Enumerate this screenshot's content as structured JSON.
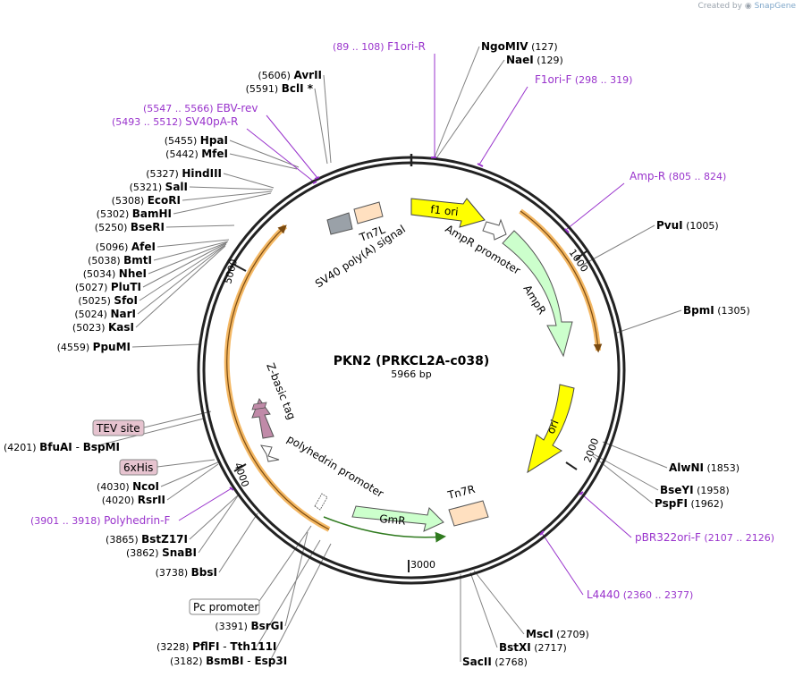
{
  "credit": {
    "created_by": "Created by",
    "brand": "SnapGene"
  },
  "map": {
    "title": "PKN2 (PRKCL2A-c038)",
    "length_label": "5966 bp",
    "total_bp": 5966
  },
  "ticks": [
    {
      "bp": 1000,
      "label": "1000"
    },
    {
      "bp": 2000,
      "label": "2000"
    },
    {
      "bp": 3000,
      "label": "3000"
    },
    {
      "bp": 4000,
      "label": "4000"
    },
    {
      "bp": 5000,
      "label": "5000"
    }
  ],
  "features": [
    {
      "name": "f1 ori",
      "color": "#ffff00",
      "label_inside": "f1 ori"
    },
    {
      "name": "AmpR promoter",
      "color": "#ffffff",
      "label_outside": "AmpR promoter"
    },
    {
      "name": "AmpR",
      "color": "#ccffcc",
      "label_inside": "AmpR"
    },
    {
      "name": "ori",
      "color": "#ffff00",
      "label_inside": "ori"
    },
    {
      "name": "Tn7R",
      "color": "#ffe0c0",
      "label_outside": "Tn7R"
    },
    {
      "name": "GmR",
      "color": "#ccffcc",
      "label_inside": "GmR"
    },
    {
      "name": "polyhedrin promoter",
      "color": "#ffffff",
      "label_outside": "polyhedrin promoter"
    },
    {
      "name": "Z-basic tag",
      "color": "#c08aa8",
      "label_outside": "Z-basic tag"
    },
    {
      "name": "SV40 poly(A) signal",
      "color": "#9aa1a8",
      "label_outside": "SV40 poly(A) signal"
    },
    {
      "name": "Tn7L",
      "color": "#ffe0c0",
      "label_outside": "Tn7L"
    }
  ],
  "sites_left": [
    {
      "pos": "(5606)",
      "name": "AvrII"
    },
    {
      "pos": "(5591)",
      "name": "BclI *"
    },
    {
      "pos": "(5455)",
      "name": "HpaI"
    },
    {
      "pos": "(5442)",
      "name": "MfeI"
    },
    {
      "pos": "(5327)",
      "name": "HindIII"
    },
    {
      "pos": "(5321)",
      "name": "SalI"
    },
    {
      "pos": "(5308)",
      "name": "EcoRI"
    },
    {
      "pos": "(5302)",
      "name": "BamHI"
    },
    {
      "pos": "(5250)",
      "name": "BseRI"
    },
    {
      "pos": "(5096)",
      "name": "AfeI"
    },
    {
      "pos": "(5038)",
      "name": "BmtI"
    },
    {
      "pos": "(5034)",
      "name": "NheI"
    },
    {
      "pos": "(5027)",
      "name": "PluTI"
    },
    {
      "pos": "(5025)",
      "name": "SfoI"
    },
    {
      "pos": "(5024)",
      "name": "NarI"
    },
    {
      "pos": "(5023)",
      "name": "KasI"
    },
    {
      "pos": "(4559)",
      "name": "PpuMI"
    },
    {
      "pos": "(4201)",
      "name": "BfuAI",
      "name2": "BspMI"
    },
    {
      "pos": "(4030)",
      "name": "NcoI"
    },
    {
      "pos": "(4020)",
      "name": "RsrII"
    },
    {
      "pos": "(3865)",
      "name": "BstZ17I"
    },
    {
      "pos": "(3862)",
      "name": "SnaBI"
    },
    {
      "pos": "(3738)",
      "name": "BbsI"
    },
    {
      "pos": "(3391)",
      "name": "BsrGI"
    },
    {
      "pos": "(3228)",
      "name": "PflFI",
      "name2": "Tth111I"
    },
    {
      "pos": "(3182)",
      "name": "BsmBI",
      "name2": "Esp3I"
    }
  ],
  "sites_right": [
    {
      "name": "NgoMIV",
      "pos": "(127)"
    },
    {
      "name": "NaeI",
      "pos": "(129)"
    },
    {
      "name": "PvuI",
      "pos": "(1005)"
    },
    {
      "name": "BpmI",
      "pos": "(1305)"
    },
    {
      "name": "AlwNI",
      "pos": "(1853)"
    },
    {
      "name": "BseYI",
      "pos": "(1958)"
    },
    {
      "name": "PspFI",
      "pos": "(1962)"
    },
    {
      "name": "MscI",
      "pos": "(2709)"
    },
    {
      "name": "BstXI",
      "pos": "(2717)"
    },
    {
      "name": "SacII",
      "pos": "(2768)"
    }
  ],
  "primers": [
    {
      "range": "(89 .. 108)",
      "name": "F1ori-R"
    },
    {
      "range": "(298 .. 319)",
      "name": "F1ori-F"
    },
    {
      "range": "(805 .. 824)",
      "name": "Amp-R"
    },
    {
      "range": "(2107 .. 2126)",
      "name": "pBR322ori-F"
    },
    {
      "range": "(2360 .. 2377)",
      "name": "L4440"
    },
    {
      "range": "(3901 .. 3918)",
      "name": "Polyhedrin-F"
    },
    {
      "range": "(5547 .. 5566)",
      "name": "EBV-rev"
    },
    {
      "range": "(5493 .. 5512)",
      "name": "SV40pA-R"
    }
  ],
  "boxed_features": [
    {
      "name": "TEV site",
      "fill": "#e6c3cf"
    },
    {
      "name": "6xHis",
      "fill": "#e6c3cf"
    },
    {
      "name": "Pc promoter",
      "fill": "#ffffff"
    }
  ],
  "colors": {
    "primer": "#9933cc",
    "site_line": "#808080",
    "backbone": "#222222",
    "orf_arc": "#f0a030"
  }
}
